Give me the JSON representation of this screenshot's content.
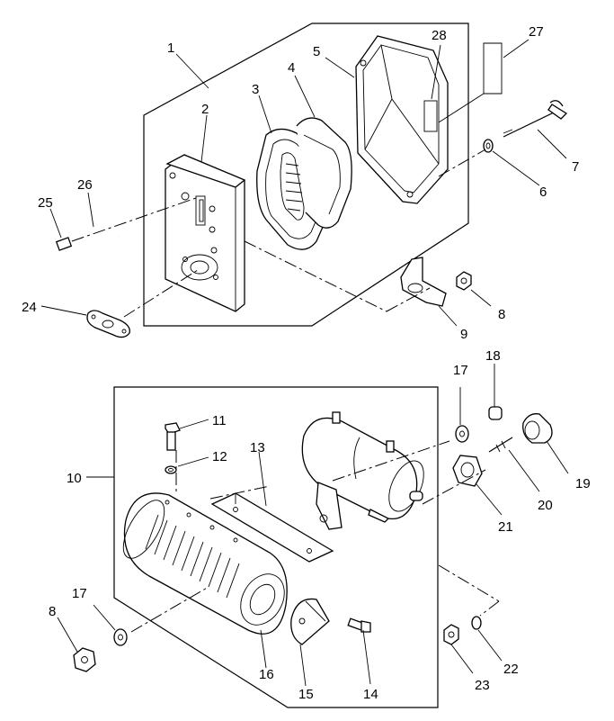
{
  "diagram": {
    "callouts": [
      "1",
      "2",
      "3",
      "4",
      "5",
      "6",
      "7",
      "8",
      "9",
      "10",
      "11",
      "12",
      "13",
      "14",
      "15",
      "16",
      "17",
      "18",
      "19",
      "20",
      "21",
      "22",
      "23",
      "24",
      "25",
      "26",
      "27",
      "28",
      "17",
      "8"
    ]
  }
}
